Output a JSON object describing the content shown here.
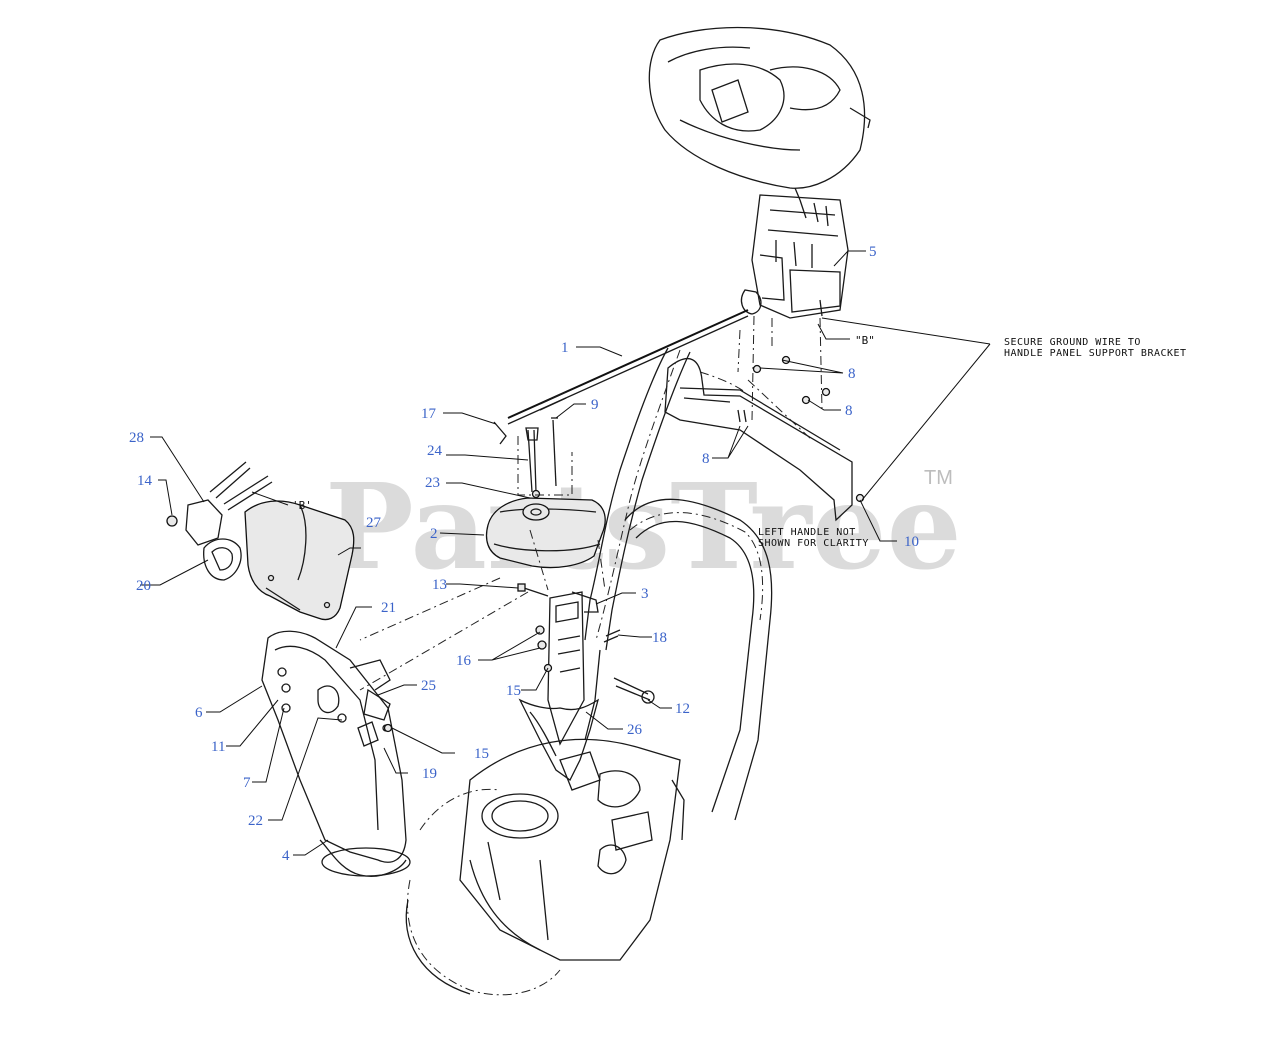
{
  "watermark": {
    "text": "PartsTree",
    "tm": "TM"
  },
  "notes": {
    "ground_wire_1": "SECURE GROUND WIRE TO",
    "ground_wire_2": "HANDLE PANEL SUPPORT BRACKET",
    "left_handle_1": "LEFT HANDLE NOT",
    "left_handle_2": "SHOWN FOR CLARITY",
    "ref_b_quoted": "\"B\"",
    "ref_b_single": "'B'"
  },
  "callouts": {
    "c1": "1",
    "c2": "2",
    "c3": "3",
    "c4": "4",
    "c5": "5",
    "c6": "6",
    "c7": "7",
    "c8a": "8",
    "c8b": "8",
    "c8c": "8",
    "c9": "9",
    "c10": "10",
    "c11": "11",
    "c12": "12",
    "c13": "13",
    "c14": "14",
    "c15a": "15",
    "c15b": "15",
    "c16": "16",
    "c17": "17",
    "c18": "18",
    "c19": "19",
    "c20": "20",
    "c21": "21",
    "c22": "22",
    "c23": "23",
    "c24": "24",
    "c25": "25",
    "c26": "26",
    "c27": "27",
    "c28": "28"
  },
  "colors": {
    "callout": "#3b63c9",
    "line": "#1a1a1a",
    "watermark": "#cfcfcf"
  }
}
